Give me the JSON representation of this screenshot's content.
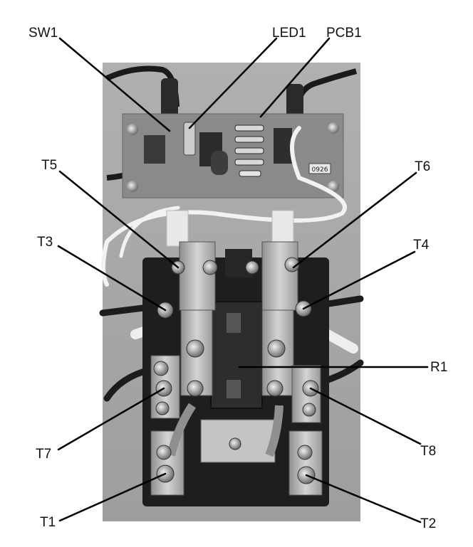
{
  "labels": {
    "sw1": "SW1",
    "led1": "LED1",
    "pcb1": "PCB1",
    "t5": "T5",
    "t6": "T6",
    "t3": "T3",
    "t4": "T4",
    "r1": "R1",
    "t7": "T7",
    "t8": "T8",
    "t1": "T1",
    "t2": "T2"
  },
  "pcb": {
    "marking": "0926"
  },
  "colors": {
    "background": "#a9a9a9",
    "board": "#8c8c8c",
    "relay_body": "#1e1e1e",
    "metal": "#bdbdbd",
    "leader_line": "#000000"
  }
}
